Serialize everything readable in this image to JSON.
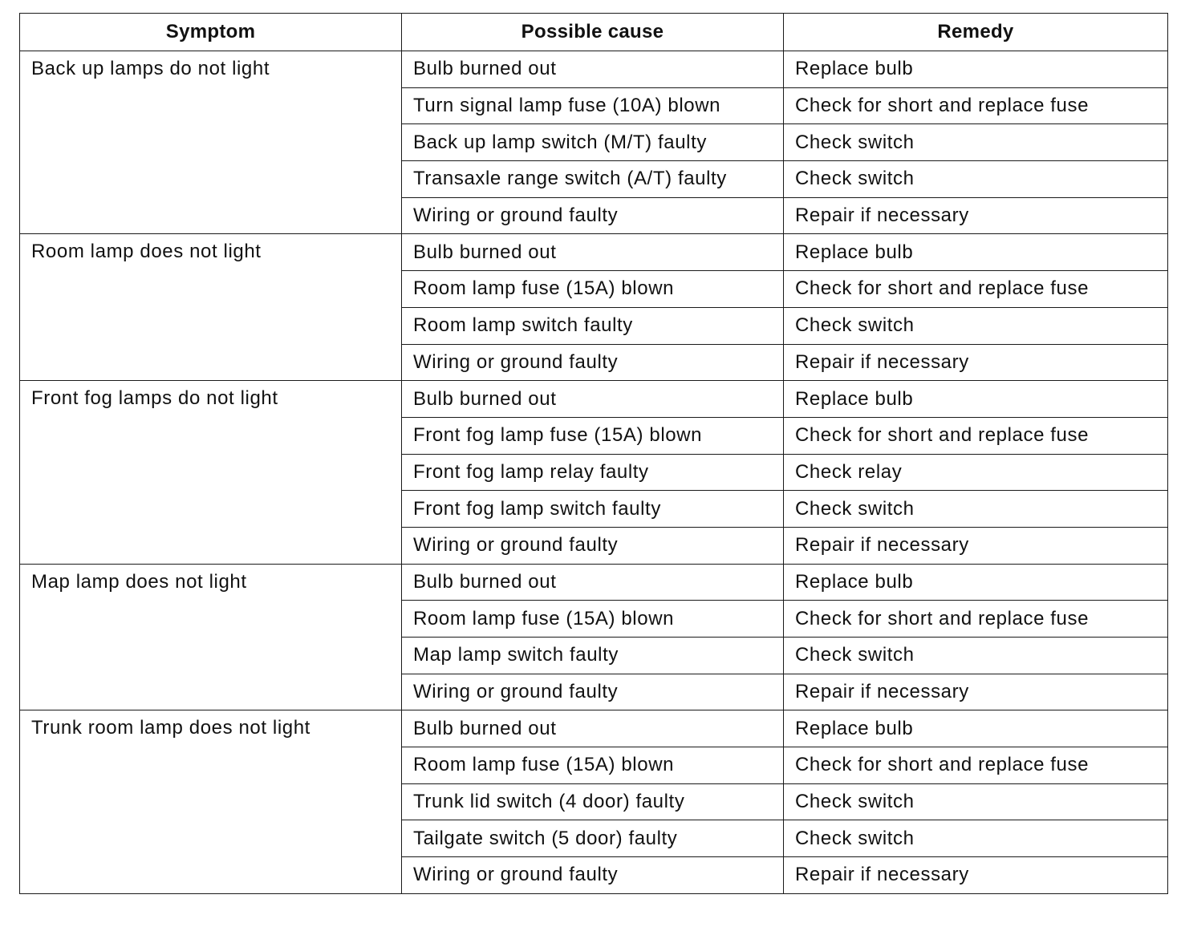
{
  "table": {
    "headers": [
      "Symptom",
      "Possible cause",
      "Remedy"
    ],
    "groups": [
      {
        "symptom": "Back up lamps do not light",
        "rows": [
          {
            "cause": "Bulb burned out",
            "remedy": "Replace bulb"
          },
          {
            "cause": "Turn signal lamp fuse (10A) blown",
            "remedy": "Check for short and replace fuse"
          },
          {
            "cause": "Back up lamp switch (M/T) faulty",
            "remedy": "Check switch"
          },
          {
            "cause": "Transaxle range switch (A/T) faulty",
            "remedy": "Check switch"
          },
          {
            "cause": "Wiring or ground faulty",
            "remedy": "Repair if necessary"
          }
        ]
      },
      {
        "symptom": "Room lamp does not light",
        "rows": [
          {
            "cause": "Bulb burned out",
            "remedy": "Replace bulb"
          },
          {
            "cause": "Room lamp fuse (15A) blown",
            "remedy": "Check for short and replace fuse"
          },
          {
            "cause": "Room lamp switch faulty",
            "remedy": "Check switch"
          },
          {
            "cause": "Wiring or ground faulty",
            "remedy": "Repair if necessary"
          }
        ]
      },
      {
        "symptom": "Front fog lamps do not light",
        "rows": [
          {
            "cause": "Bulb burned out",
            "remedy": "Replace bulb"
          },
          {
            "cause": "Front fog lamp fuse (15A) blown",
            "remedy": "Check for short and replace fuse"
          },
          {
            "cause": "Front fog lamp relay faulty",
            "remedy": "Check relay"
          },
          {
            "cause": "Front fog lamp switch faulty",
            "remedy": "Check switch"
          },
          {
            "cause": "Wiring or ground faulty",
            "remedy": "Repair if necessary"
          }
        ]
      },
      {
        "symptom": "Map lamp does not light",
        "rows": [
          {
            "cause": "Bulb burned out",
            "remedy": "Replace bulb"
          },
          {
            "cause": "Room lamp fuse (15A) blown",
            "remedy": "Check for short and replace fuse"
          },
          {
            "cause": "Map lamp switch faulty",
            "remedy": "Check switch"
          },
          {
            "cause": "Wiring or ground faulty",
            "remedy": "Repair if necessary"
          }
        ]
      },
      {
        "symptom": "Trunk room lamp does not light",
        "rows": [
          {
            "cause": "Bulb burned out",
            "remedy": "Replace bulb"
          },
          {
            "cause": "Room lamp fuse (15A) blown",
            "remedy": "Check for short and replace fuse"
          },
          {
            "cause": "Trunk lid switch (4 door) faulty",
            "remedy": "Check switch"
          },
          {
            "cause": "Tailgate switch (5 door) faulty",
            "remedy": "Check switch"
          },
          {
            "cause": "Wiring or ground faulty",
            "remedy": "Repair if necessary"
          }
        ]
      }
    ]
  }
}
